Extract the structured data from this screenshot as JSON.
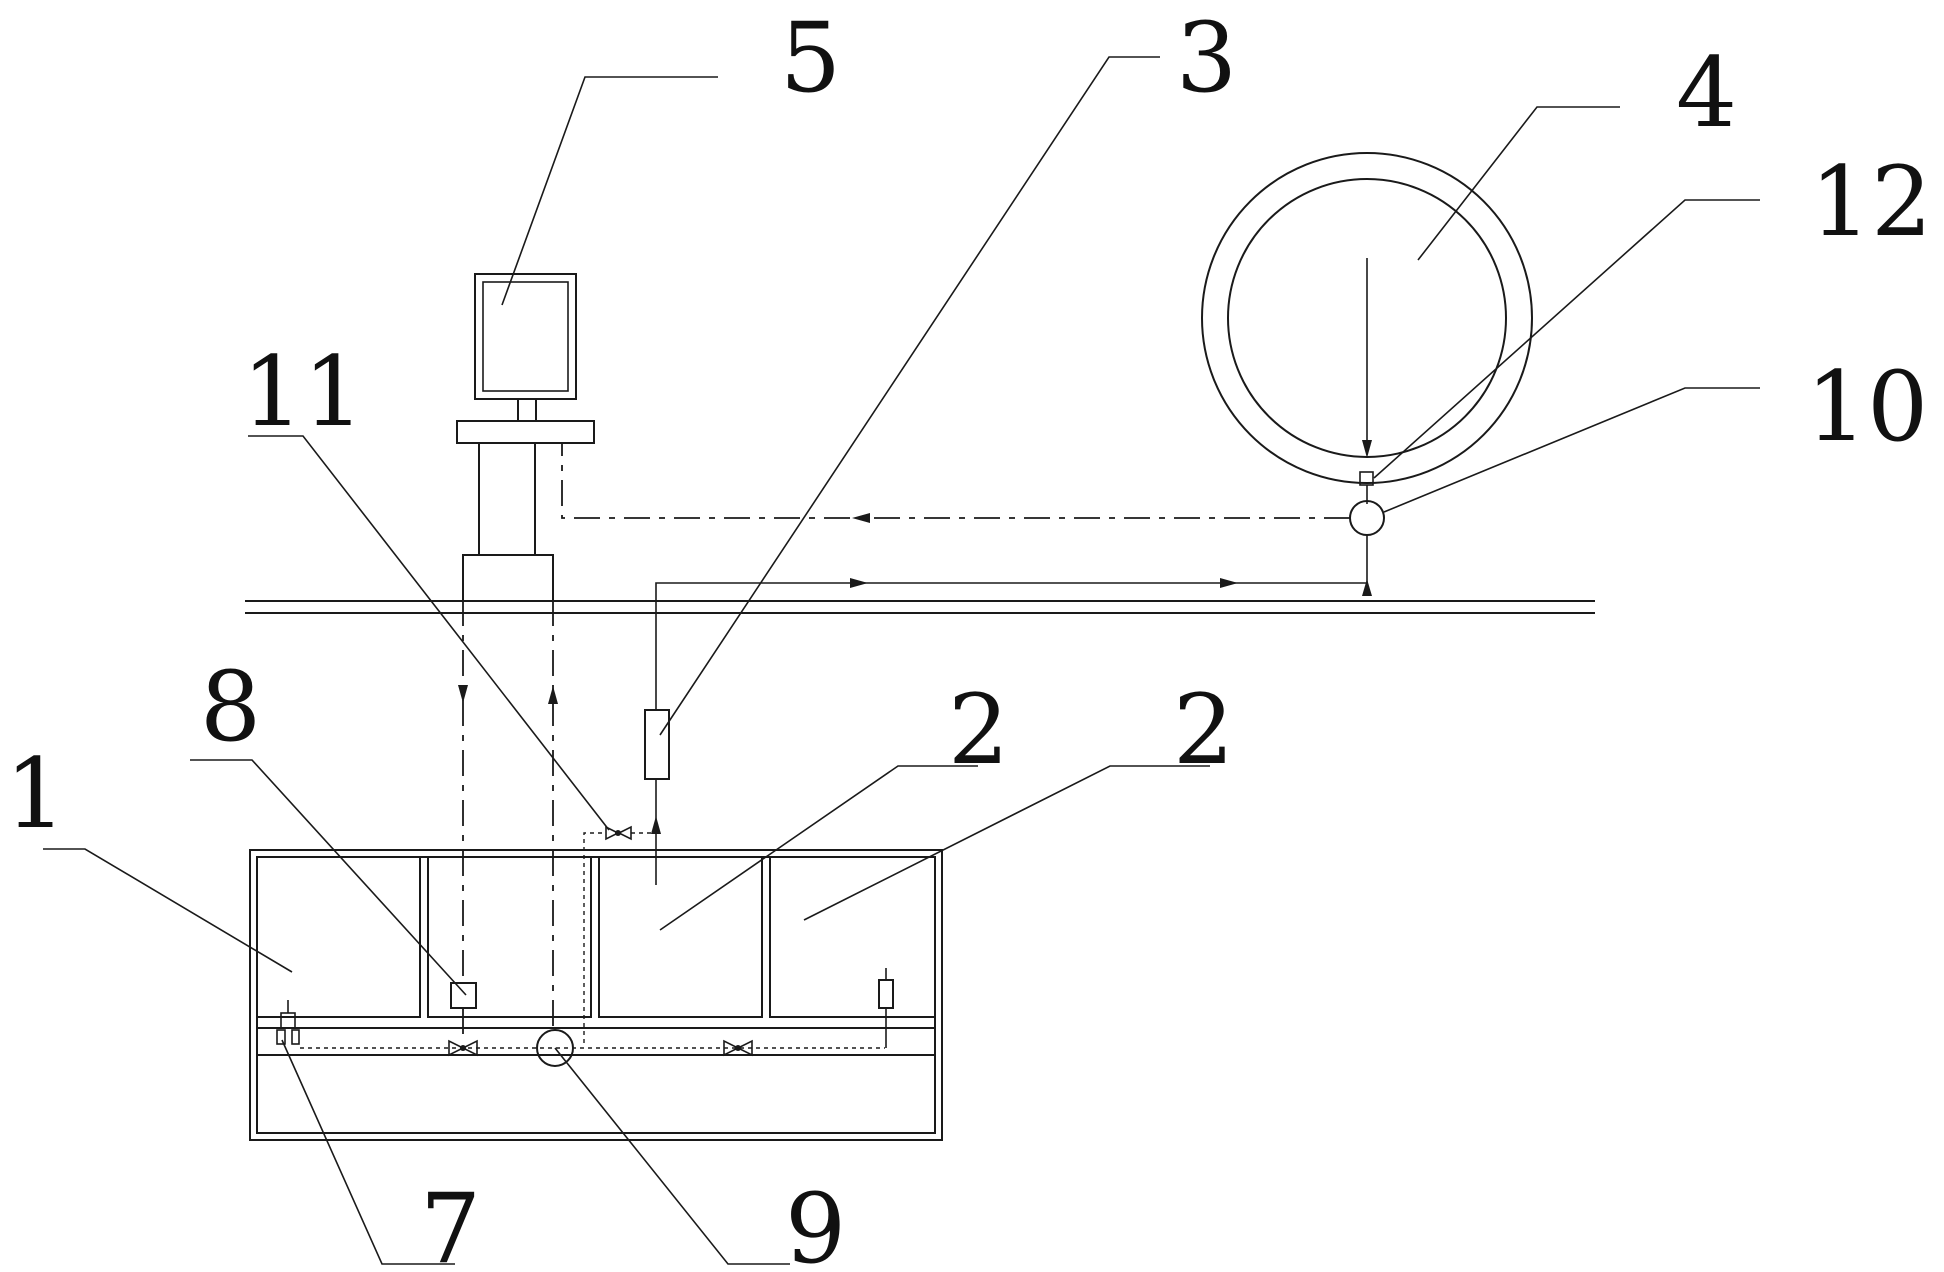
{
  "labels": {
    "n1": "1",
    "n2a": "2",
    "n2b": "2",
    "n3": "3",
    "n4": "4",
    "n5": "5",
    "n7": "7",
    "n8": "8",
    "n9": "9",
    "n10": "10",
    "n11": "11",
    "n12": "12"
  },
  "colors": {
    "line": "#1a1a1a",
    "background": "#ffffff"
  }
}
